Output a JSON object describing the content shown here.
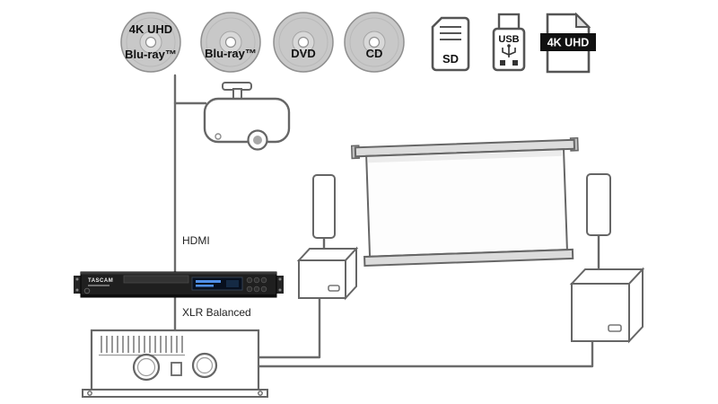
{
  "media_row": {
    "disc_4k": {
      "line1": "4K UHD",
      "line2": "Blu-ray™"
    },
    "disc_bluray": {
      "label": "Blu-ray™"
    },
    "disc_dvd": {
      "label": "DVD"
    },
    "disc_cd": {
      "label": "CD"
    },
    "sd_card": {
      "label": "SD"
    },
    "usb_drive": {
      "label": "USB"
    },
    "file_4k": {
      "label": "4K UHD"
    }
  },
  "connections": {
    "hdmi": "HDMI",
    "xlr": "XLR Balanced"
  },
  "devices": {
    "player_brand": "TASCAM"
  },
  "colors": {
    "line": "#666666",
    "text": "#111111",
    "disc_fill": "#c8c8c8",
    "banner_bg": "#111111",
    "banner_text": "#ffffff",
    "player_body": "#1f1f1f"
  }
}
